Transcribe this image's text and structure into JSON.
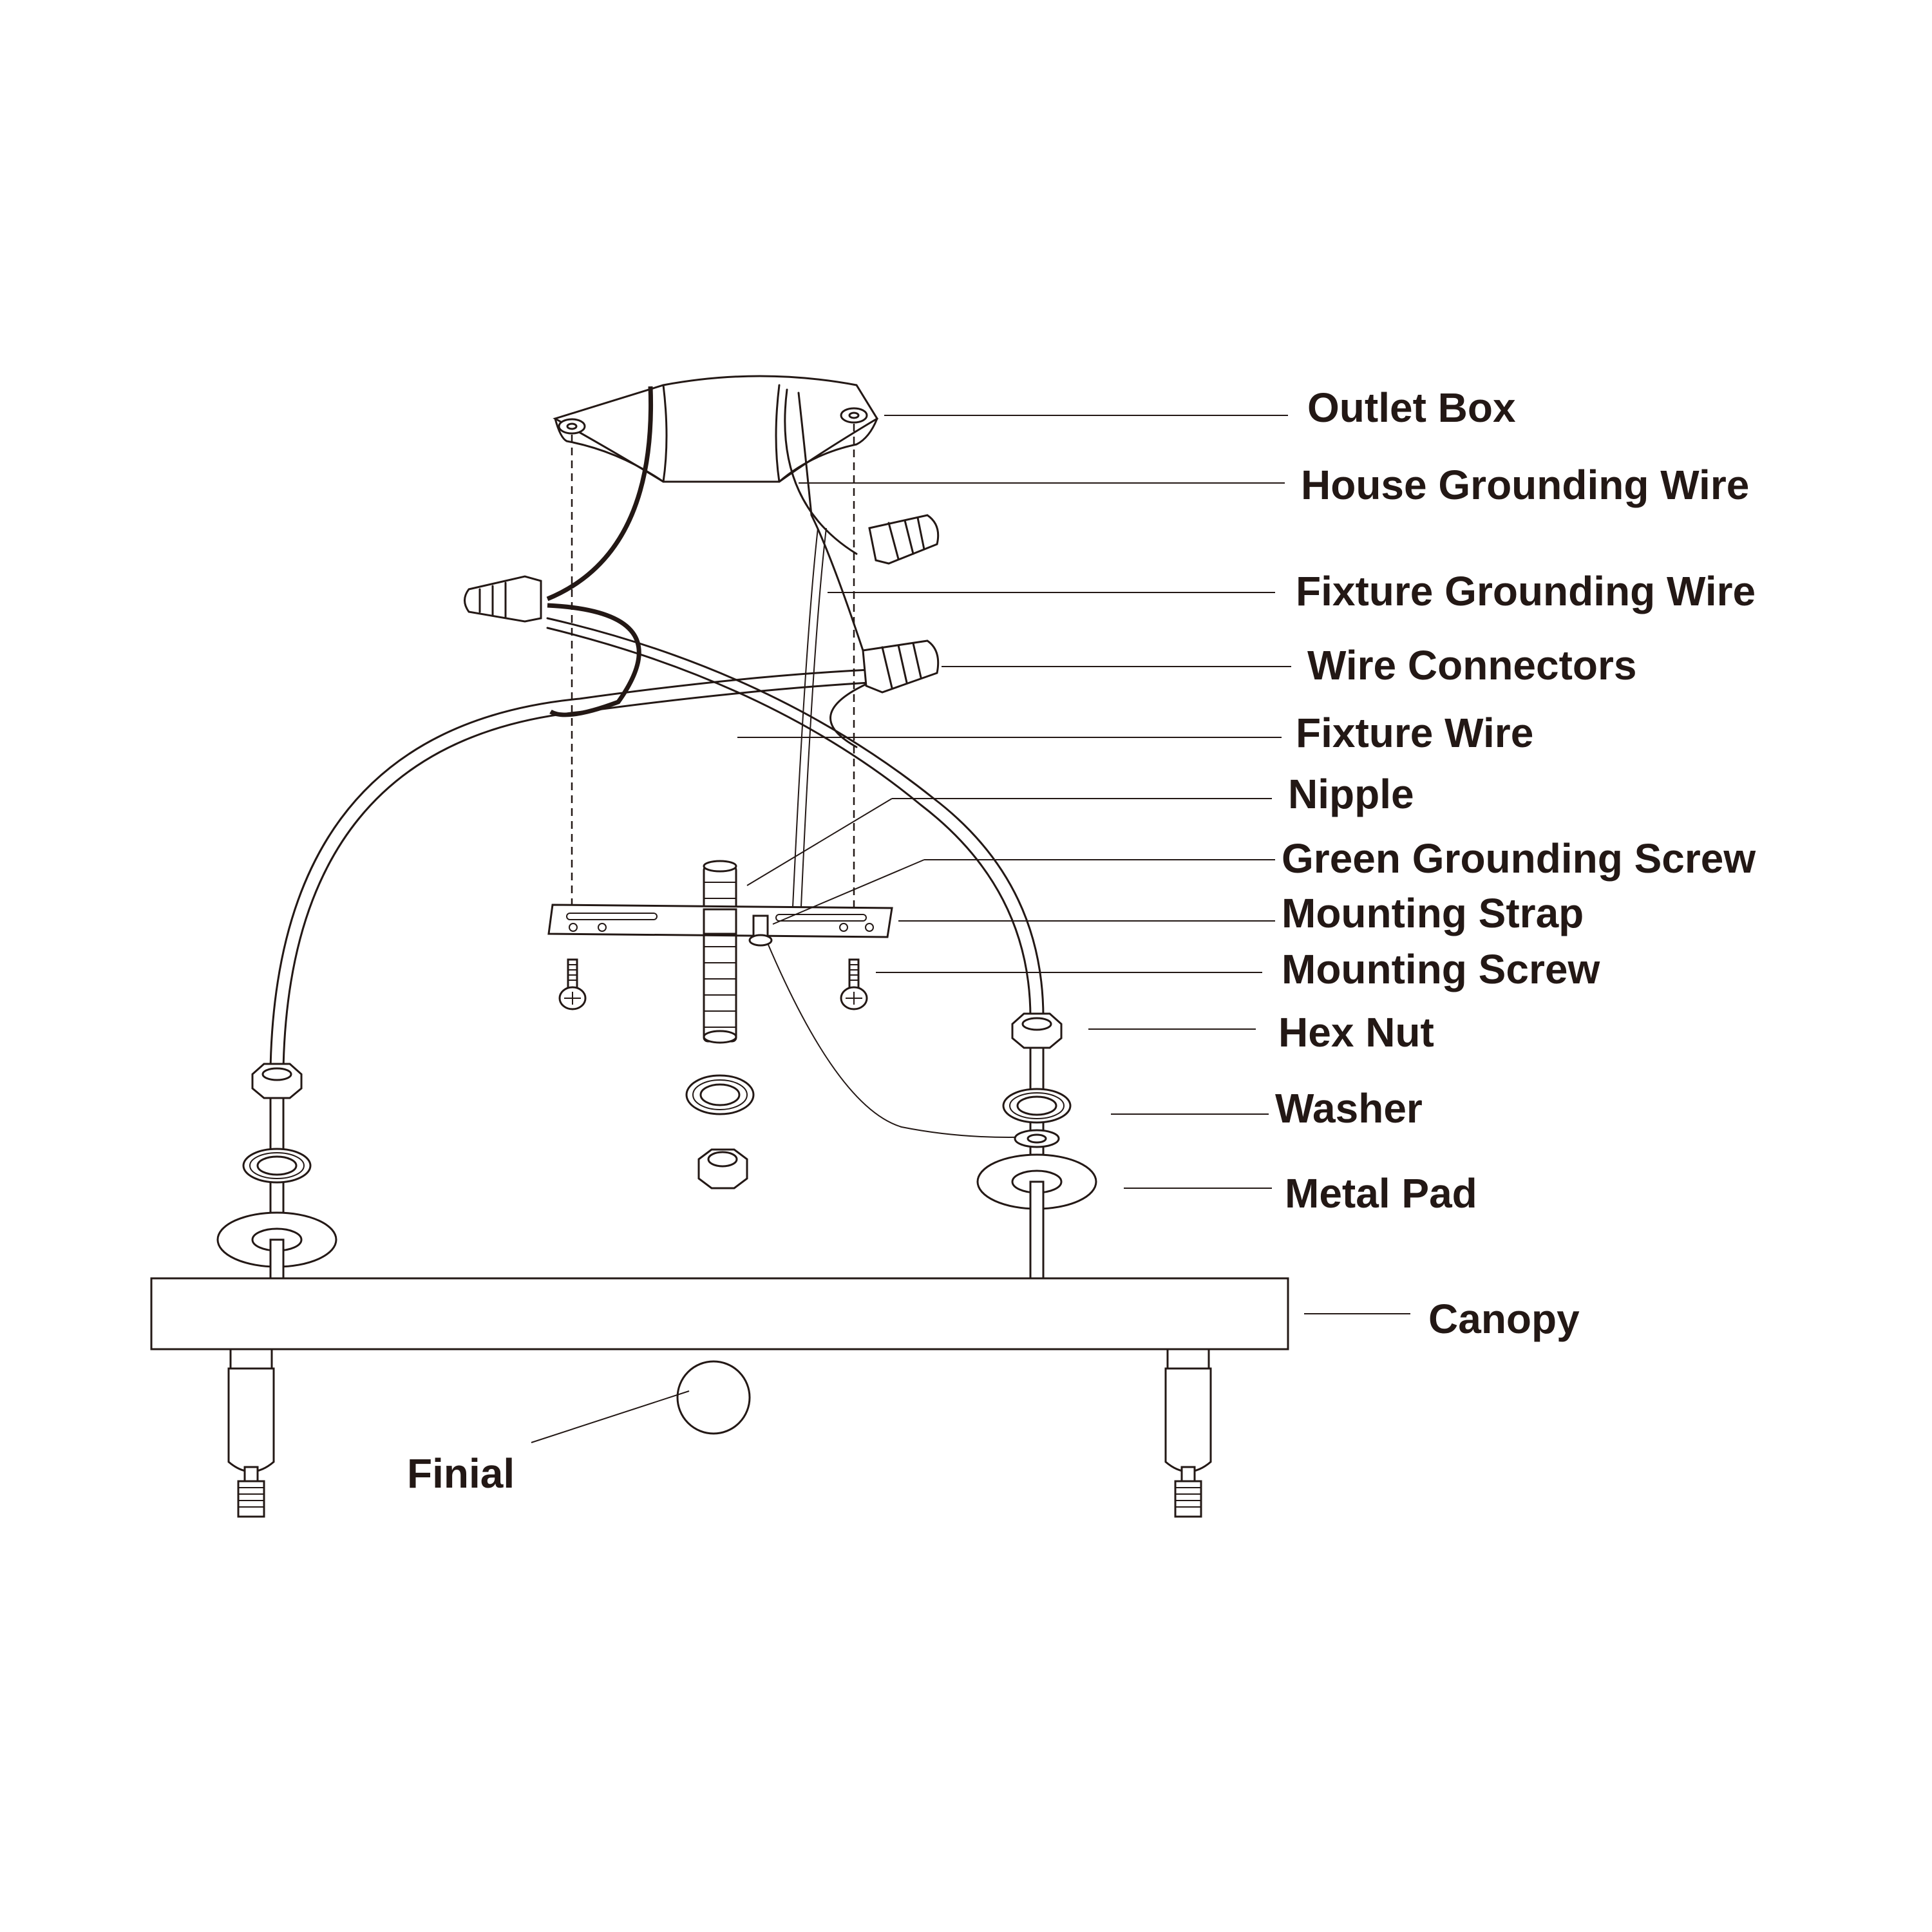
{
  "labels": {
    "outlet_box": "Outlet Box",
    "house_grounding_wire": "House Grounding Wire",
    "fixture_grounding_wire": "Fixture Grounding Wire",
    "wire_connectors": "Wire Connectors",
    "fixture_wire": "Fixture Wire",
    "nipple": "Nipple",
    "green_grounding_screw": "Green Grounding Screw",
    "mounting_strap": "Mounting Strap",
    "mounting_screw": "Mounting Screw",
    "hex_nut": "Hex Nut",
    "washer": "Washer",
    "metal_pad": "Metal Pad",
    "canopy": "Canopy",
    "finial": "Finial"
  },
  "colors": {
    "ink": "#231815",
    "background": "#ffffff"
  }
}
